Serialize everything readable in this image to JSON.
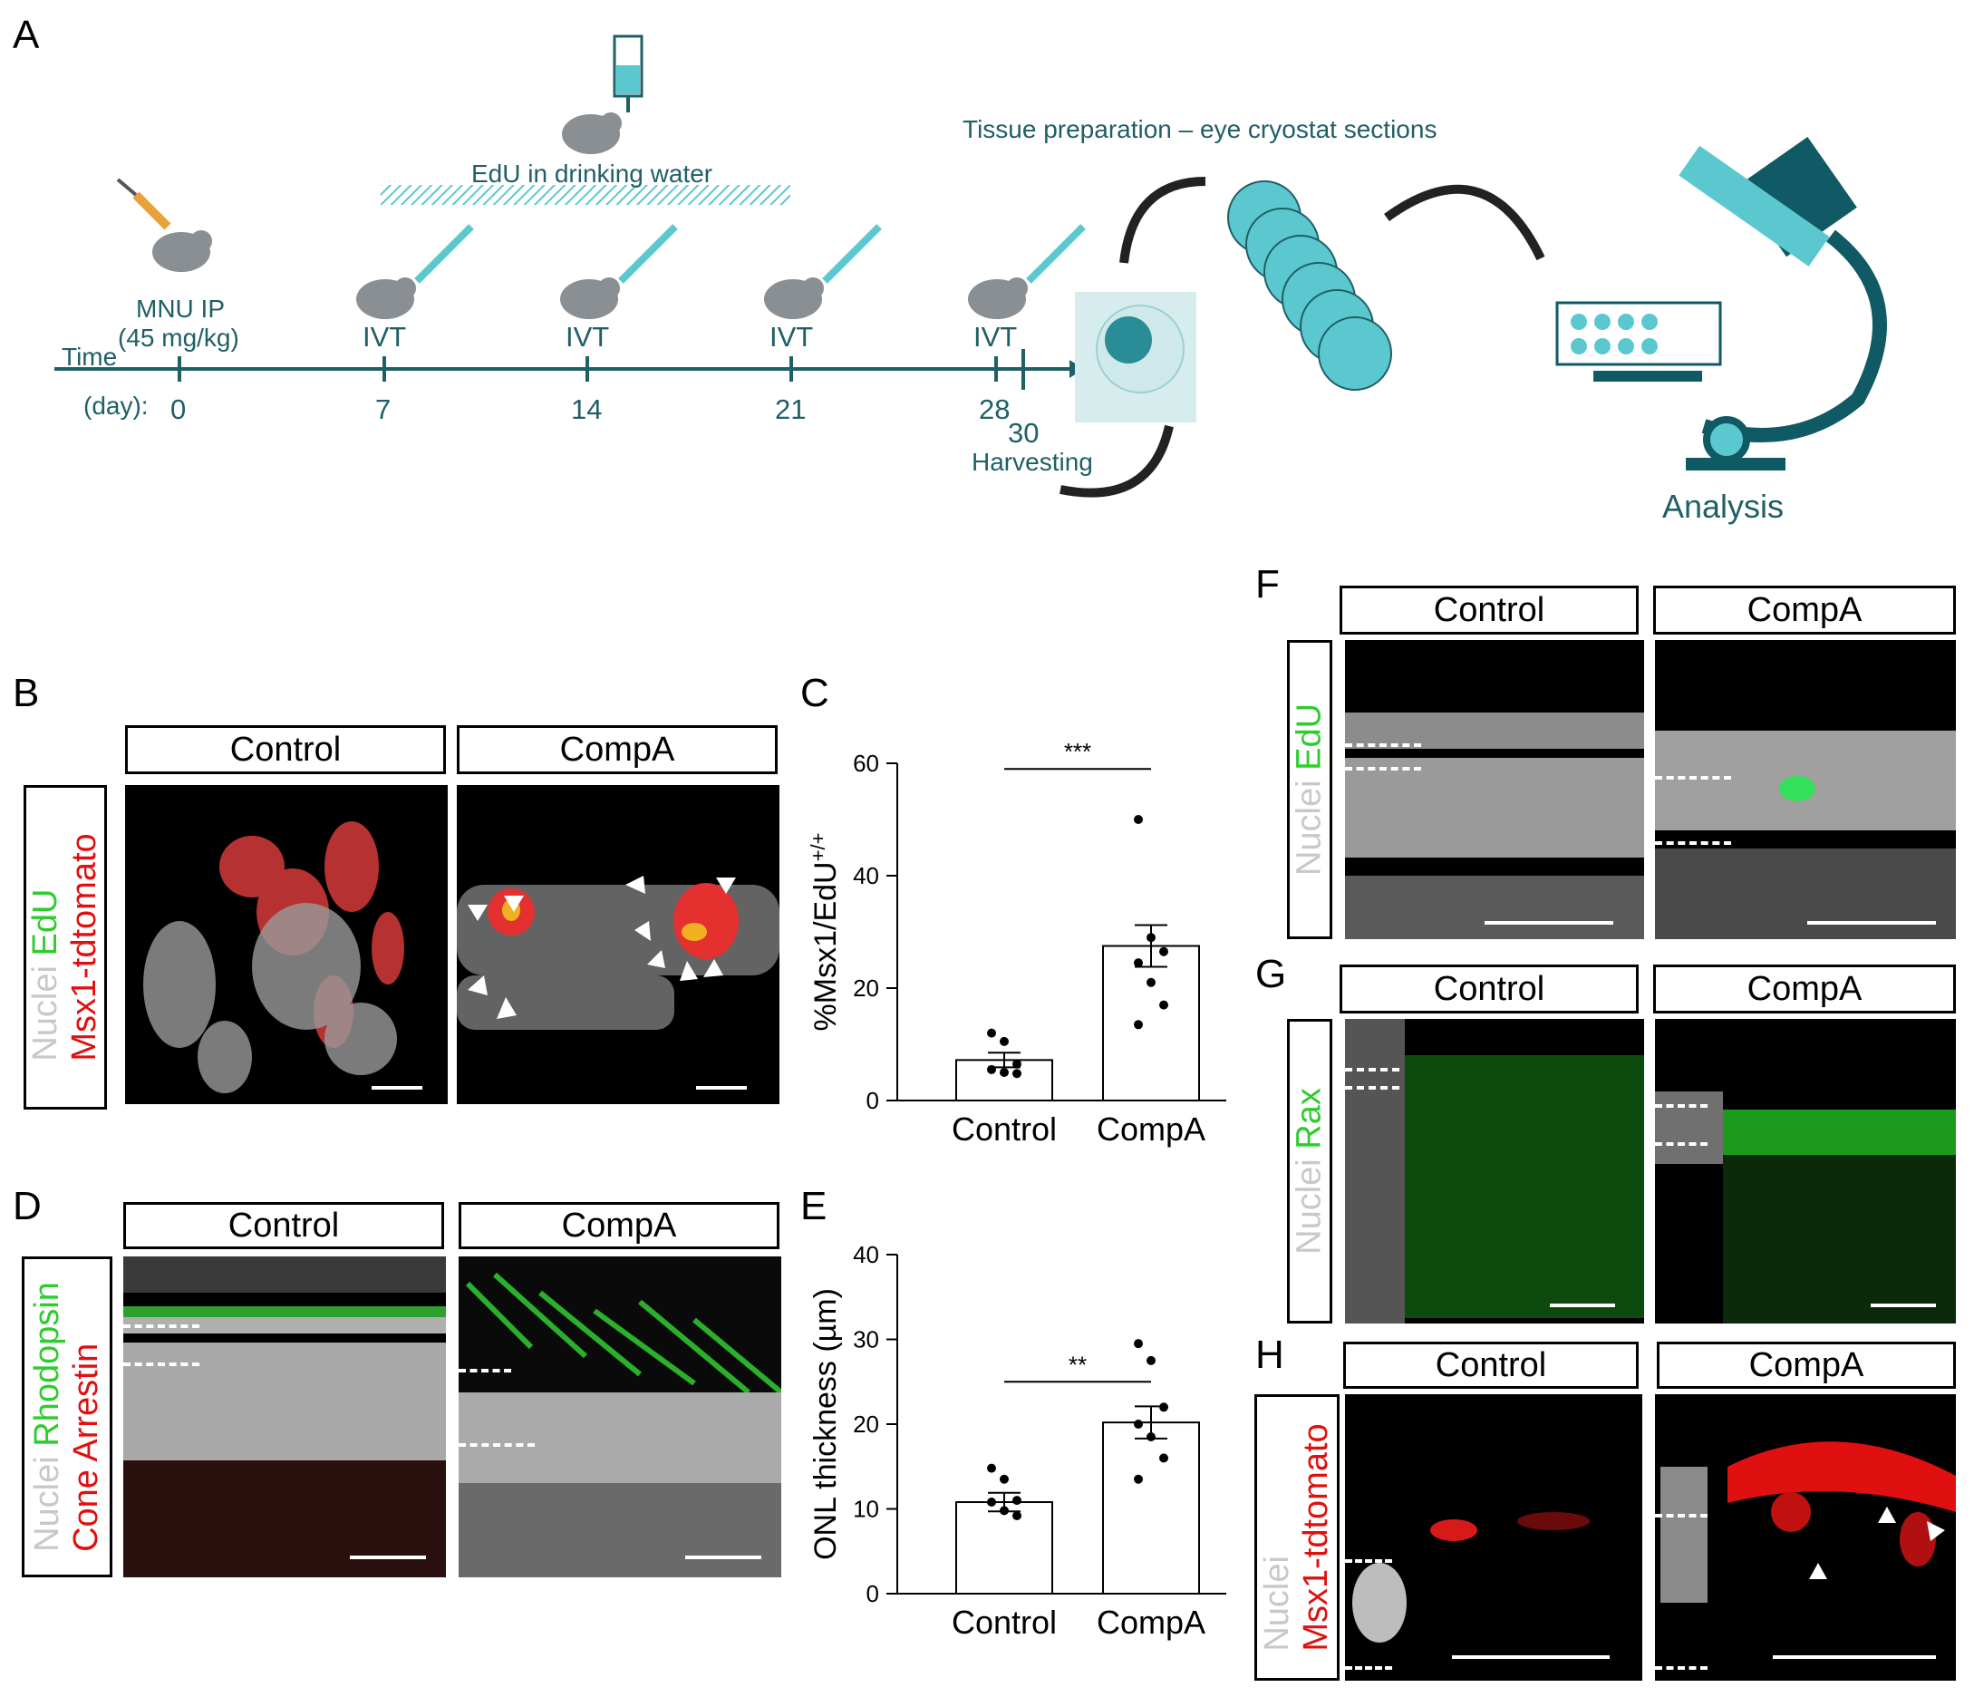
{
  "panels": {
    "A": "A",
    "B": "B",
    "C": "C",
    "D": "D",
    "E": "E",
    "F": "F",
    "G": "G",
    "H": "H"
  },
  "panelA": {
    "time_label": "Time",
    "day_label": "(day):",
    "mnu_label": "MNU IP",
    "mnu_dose": "(45 mg/kg)",
    "edu_label": "EdU in drinking water",
    "ivt_label": "IVT",
    "days": [
      "0",
      "7",
      "14",
      "21",
      "28",
      "30"
    ],
    "tissue_label": "Tissue preparation – eye cryostat sections",
    "harvest_label": "Harvesting",
    "analysis_label": "Analysis"
  },
  "panelB": {
    "control": "Control",
    "compa": "CompA",
    "stain_nuclei": "Nuclei",
    "stain_edu": "EdU",
    "stain_msx": "Msx1-tdtomato"
  },
  "panelD": {
    "control": "Control",
    "compa": "CompA",
    "stain_nuclei": "Nuclei",
    "stain_rho": "Rhodopsin",
    "stain_cone": "Cone Arrestin"
  },
  "panelF": {
    "control": "Control",
    "compa": "CompA",
    "stain_nuclei": "Nuclei",
    "stain_edu": "EdU"
  },
  "panelG": {
    "control": "Control",
    "compa": "CompA",
    "stain_nuclei": "Nuclei",
    "stain_rax": "Rax"
  },
  "panelH": {
    "control": "Control",
    "compa": "CompA",
    "stain_nuclei": "Nuclei",
    "stain_msx": "Msx1-tdtomato"
  },
  "colors": {
    "teal": "#1f5f66",
    "cyan": "#5bc8d0",
    "green": "#2ecc2e",
    "red": "#e01010",
    "grey": "#c8c8c8"
  },
  "chart_data": [
    {
      "type": "bar",
      "panel": "C",
      "categories": [
        "Control",
        "CompA"
      ],
      "values": [
        7.2,
        27.5
      ],
      "sem": [
        1.3,
        3.7
      ],
      "points": [
        [
          12,
          10.5,
          6.5,
          5.5,
          5.0,
          4.8
        ],
        [
          50,
          29,
          26.5,
          24.5,
          21,
          17,
          13.5
        ]
      ],
      "ylabel_main": "%Msx1/EdU",
      "ylabel_sup": "+/+",
      "ylim": [
        0,
        60
      ],
      "yticks": [
        "0",
        "20",
        "40",
        "60"
      ],
      "significance": "***"
    },
    {
      "type": "bar",
      "panel": "E",
      "categories": [
        "Control",
        "CompA"
      ],
      "values": [
        10.8,
        20.2
      ],
      "sem": [
        1.1,
        1.9
      ],
      "points": [
        [
          14.8,
          13.5,
          11,
          10.8,
          9.8,
          9.2
        ],
        [
          29.5,
          27.5,
          22,
          20,
          18.5,
          16,
          13.5
        ]
      ],
      "ylabel_main": "ONL thickness (µm)",
      "ylabel_sup": "",
      "ylim": [
        0,
        40
      ],
      "yticks": [
        "0",
        "10",
        "20",
        "30",
        "40"
      ],
      "significance": "**"
    }
  ]
}
